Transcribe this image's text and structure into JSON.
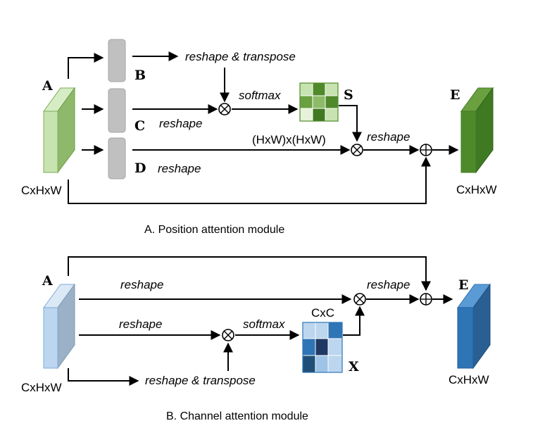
{
  "position_module": {
    "caption": "A. Position attention module",
    "input_label": "A",
    "input_dims": "CxHxW",
    "branch_b": "B",
    "branch_c": "C",
    "branch_d": "D",
    "reshape_transpose": "reshape & transpose",
    "softmax": "softmax",
    "reshape_c": "reshape",
    "reshape_d": "reshape",
    "reshape_out": "reshape",
    "attention_map_label": "S",
    "attention_dims": "(HxW)x(HxW)",
    "output_label": "E",
    "output_dims": "CxHxW"
  },
  "channel_module": {
    "caption": "B. Channel attention module",
    "input_label": "A",
    "input_dims": "CxHxW",
    "reshape_top": "reshape",
    "reshape_mid": "reshape",
    "reshape_transpose": "reshape & transpose",
    "softmax": "softmax",
    "attention_dims": "CxC",
    "attention_map_label": "X",
    "reshape_out": "reshape",
    "output_label": "E",
    "output_dims": "CxHxW"
  },
  "colors": {
    "position_input": "#c7e3b0",
    "position_output": "#4f8a2a",
    "channel_input": "#bcd6ef",
    "channel_output": "#2e75b6",
    "branch_block": "#c0c0c0",
    "s_matrix": [
      "#c7e3b0",
      "#4f8a2a",
      "#c7e3b0",
      "#c7e3b0",
      "#6aa03f",
      "#8dbb68",
      "#e6f2da",
      "#3f7a22",
      "#c7e3b0"
    ],
    "x_matrix": [
      "#bcd6ef",
      "#bcd6ef",
      "#2e75b6",
      "#2e75b6",
      "#1f3864",
      "#bcd6ef",
      "#1f4e79",
      "#9dc3e6",
      "#bcd6ef"
    ]
  }
}
